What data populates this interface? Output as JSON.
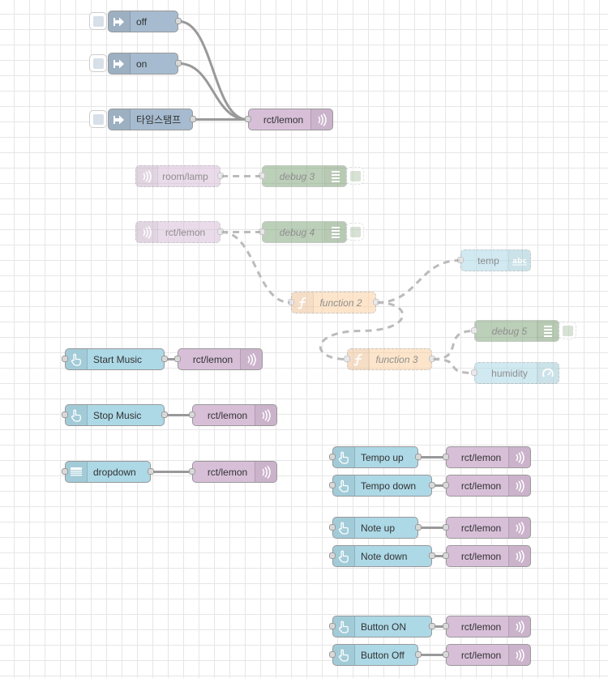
{
  "colors": {
    "inject": "#a6bbcf",
    "mqtt": "#d8bfd8",
    "debug": "#87a980",
    "function": "#fdd0a2",
    "dashboard": "#add8e6",
    "wire": "#999999"
  },
  "nodes": [
    {
      "id": "n_off",
      "type": "inject",
      "label": "off",
      "icon": "arrow-in-icon"
    },
    {
      "id": "n_on",
      "type": "inject",
      "label": "on",
      "icon": "arrow-in-icon"
    },
    {
      "id": "n_ts",
      "type": "inject",
      "label": "타임스탬프",
      "icon": "arrow-in-icon"
    },
    {
      "id": "n_rl_top",
      "type": "mqtt-out",
      "label": "rct/lemon",
      "icon": "wifi-icon"
    },
    {
      "id": "n_room",
      "type": "mqtt-in",
      "label": "room/lamp",
      "icon": "wifi-icon",
      "disabled": true
    },
    {
      "id": "n_dbg3",
      "type": "debug",
      "label": "debug 3",
      "icon": "list-icon",
      "disabled": true
    },
    {
      "id": "n_rl_in",
      "type": "mqtt-in",
      "label": "rct/lemon",
      "icon": "wifi-icon",
      "disabled": true
    },
    {
      "id": "n_dbg4",
      "type": "debug",
      "label": "debug 4",
      "icon": "list-icon",
      "disabled": true
    },
    {
      "id": "n_temp",
      "type": "text",
      "label": "temp",
      "icon": "abc-icon",
      "disabled": true
    },
    {
      "id": "n_fn2",
      "type": "function",
      "label": "function 2",
      "icon": "function-icon",
      "disabled": true
    },
    {
      "id": "n_dbg5",
      "type": "debug",
      "label": "debug 5",
      "icon": "list-icon",
      "disabled": true
    },
    {
      "id": "n_fn3",
      "type": "function",
      "label": "function 3",
      "icon": "function-icon",
      "disabled": true
    },
    {
      "id": "n_hum",
      "type": "gauge",
      "label": "humidity",
      "icon": "gauge-icon",
      "disabled": true
    },
    {
      "id": "n_start",
      "type": "button",
      "label": "Start Music",
      "icon": "hand-icon"
    },
    {
      "id": "n_rl_start",
      "type": "mqtt-out",
      "label": "rct/lemon",
      "icon": "wifi-icon"
    },
    {
      "id": "n_stop",
      "type": "button",
      "label": "Stop Music",
      "icon": "hand-icon"
    },
    {
      "id": "n_rl_stop",
      "type": "mqtt-out",
      "label": "rct/lemon",
      "icon": "wifi-icon"
    },
    {
      "id": "n_dd",
      "type": "dropdown",
      "label": "dropdown",
      "icon": "dropdown-icon"
    },
    {
      "id": "n_rl_dd",
      "type": "mqtt-out",
      "label": "rct/lemon",
      "icon": "wifi-icon"
    },
    {
      "id": "n_tup",
      "type": "button",
      "label": "Tempo up",
      "icon": "hand-icon"
    },
    {
      "id": "n_rl_tup",
      "type": "mqtt-out",
      "label": "rct/lemon",
      "icon": "wifi-icon"
    },
    {
      "id": "n_tdown",
      "type": "button",
      "label": "Tempo down",
      "icon": "hand-icon"
    },
    {
      "id": "n_rl_tdown",
      "type": "mqtt-out",
      "label": "rct/lemon",
      "icon": "wifi-icon"
    },
    {
      "id": "n_nup",
      "type": "button",
      "label": "Note up",
      "icon": "hand-icon"
    },
    {
      "id": "n_rl_nup",
      "type": "mqtt-out",
      "label": "rct/lemon",
      "icon": "wifi-icon"
    },
    {
      "id": "n_ndown",
      "type": "button",
      "label": "Note down",
      "icon": "hand-icon"
    },
    {
      "id": "n_rl_ndown",
      "type": "mqtt-out",
      "label": "rct/lemon",
      "icon": "wifi-icon"
    },
    {
      "id": "n_bon",
      "type": "button",
      "label": "Button ON",
      "icon": "hand-icon"
    },
    {
      "id": "n_rl_bon",
      "type": "mqtt-out",
      "label": "rct/lemon",
      "icon": "wifi-icon"
    },
    {
      "id": "n_boff",
      "type": "button",
      "label": "Button Off",
      "icon": "hand-icon"
    },
    {
      "id": "n_rl_boff",
      "type": "mqtt-out",
      "label": "rct/lemon",
      "icon": "wifi-icon"
    }
  ],
  "wires": [
    {
      "from": "n_off",
      "to": "n_rl_top"
    },
    {
      "from": "n_on",
      "to": "n_rl_top"
    },
    {
      "from": "n_ts",
      "to": "n_rl_top"
    },
    {
      "from": "n_room",
      "to": "n_dbg3",
      "disabled": true
    },
    {
      "from": "n_rl_in",
      "to": "n_dbg4",
      "disabled": true
    },
    {
      "from": "n_rl_in",
      "to": "n_fn2",
      "disabled": true
    },
    {
      "from": "n_fn2",
      "to": "n_temp",
      "disabled": true
    },
    {
      "from": "n_fn2",
      "to": "n_fn3",
      "disabled": true
    },
    {
      "from": "n_fn3",
      "to": "n_dbg5",
      "disabled": true
    },
    {
      "from": "n_fn3",
      "to": "n_hum",
      "disabled": true
    },
    {
      "from": "n_start",
      "to": "n_rl_start"
    },
    {
      "from": "n_stop",
      "to": "n_rl_stop"
    },
    {
      "from": "n_dd",
      "to": "n_rl_dd"
    },
    {
      "from": "n_tup",
      "to": "n_rl_tup"
    },
    {
      "from": "n_tdown",
      "to": "n_rl_tdown"
    },
    {
      "from": "n_nup",
      "to": "n_rl_nup"
    },
    {
      "from": "n_ndown",
      "to": "n_rl_ndown"
    },
    {
      "from": "n_bon",
      "to": "n_rl_bon"
    },
    {
      "from": "n_boff",
      "to": "n_rl_boff"
    }
  ]
}
